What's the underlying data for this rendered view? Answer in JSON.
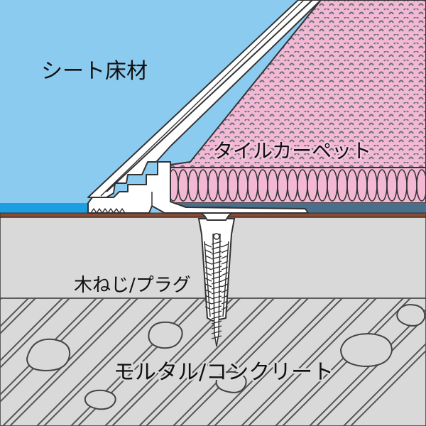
{
  "labels": {
    "sheet_flooring": "シート床材",
    "tile_carpet": "タイルカーペット",
    "wood_screw_plug": "木ねじ/プラグ",
    "mortar_concrete": "モルタル/コンクリート"
  },
  "colors": {
    "sky_background": "#8ccbf0",
    "carpet_pink": "#f2b8d4",
    "carpet_pattern": "#6b6f7a",
    "underlay_blue": "#4a6f8c",
    "brown_layer": "#8b4a32",
    "blue_sheet": "#1c9ee0",
    "concrete_gray": "#d9d9d9",
    "outline": "#333333",
    "profile_white": "#ffffff"
  }
}
